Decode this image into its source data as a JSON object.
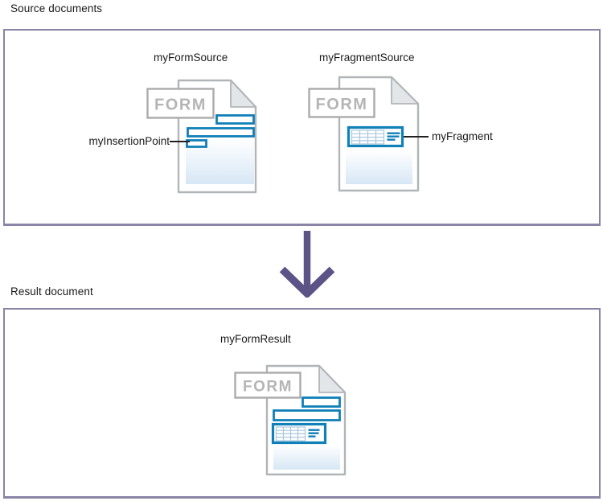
{
  "labels": {
    "source_section": "Source documents",
    "result_section": "Result document"
  },
  "source_documents": {
    "form_source": {
      "title": "myFormSource",
      "icon_text": "FORM",
      "insertion_point_label": "myInsertionPoint"
    },
    "fragment_source": {
      "title": "myFragmentSource",
      "icon_text": "FORM",
      "fragment_label": "myFragment"
    }
  },
  "result_document": {
    "form_result": {
      "title": "myFormResult",
      "icon_text": "FORM"
    }
  },
  "icons": {
    "arrow": "down-arrow-icon",
    "form_source_icon": "form-document-icon",
    "fragment_source_icon": "fragment-document-icon",
    "form_result_icon": "merged-document-icon"
  },
  "colors": {
    "panel-border": "#8b84a7",
    "arrow-purple": "#5c5387",
    "accent-blue": "#1080b8",
    "icon-gray": "#b2b5b8",
    "form-gray": "#ababab",
    "form-text-gray": "#b5b5b5",
    "fold-fill": "#e2e6e9",
    "doc-gradient": "#d7e7f5",
    "table-grid": "#a9c7de",
    "callout-line": "#221f1f",
    "text-color": "#1a1a1a"
  }
}
